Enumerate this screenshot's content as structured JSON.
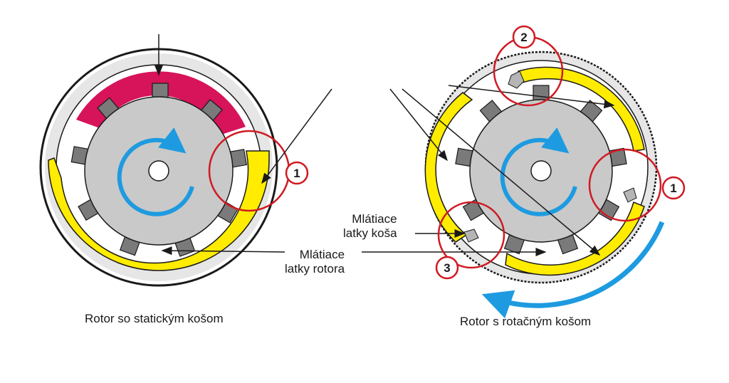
{
  "labels": {
    "basket_bars": "Mlátiace\nlatky koša",
    "rotor_bars": "Mlátiace\nlatky rotora"
  },
  "captions": {
    "left": "Rotor so statickým košom",
    "right": "Rotor s rotačným košom"
  },
  "markers": {
    "left_1": "1",
    "right_1": "1",
    "right_2": "2",
    "right_3": "3"
  },
  "colors": {
    "yellow": "#ffec00",
    "crimson": "#d7135a",
    "rotor_gray": "#c9c9c9",
    "marker_red": "#d01a22",
    "arrow_blue": "#1e9be0"
  }
}
